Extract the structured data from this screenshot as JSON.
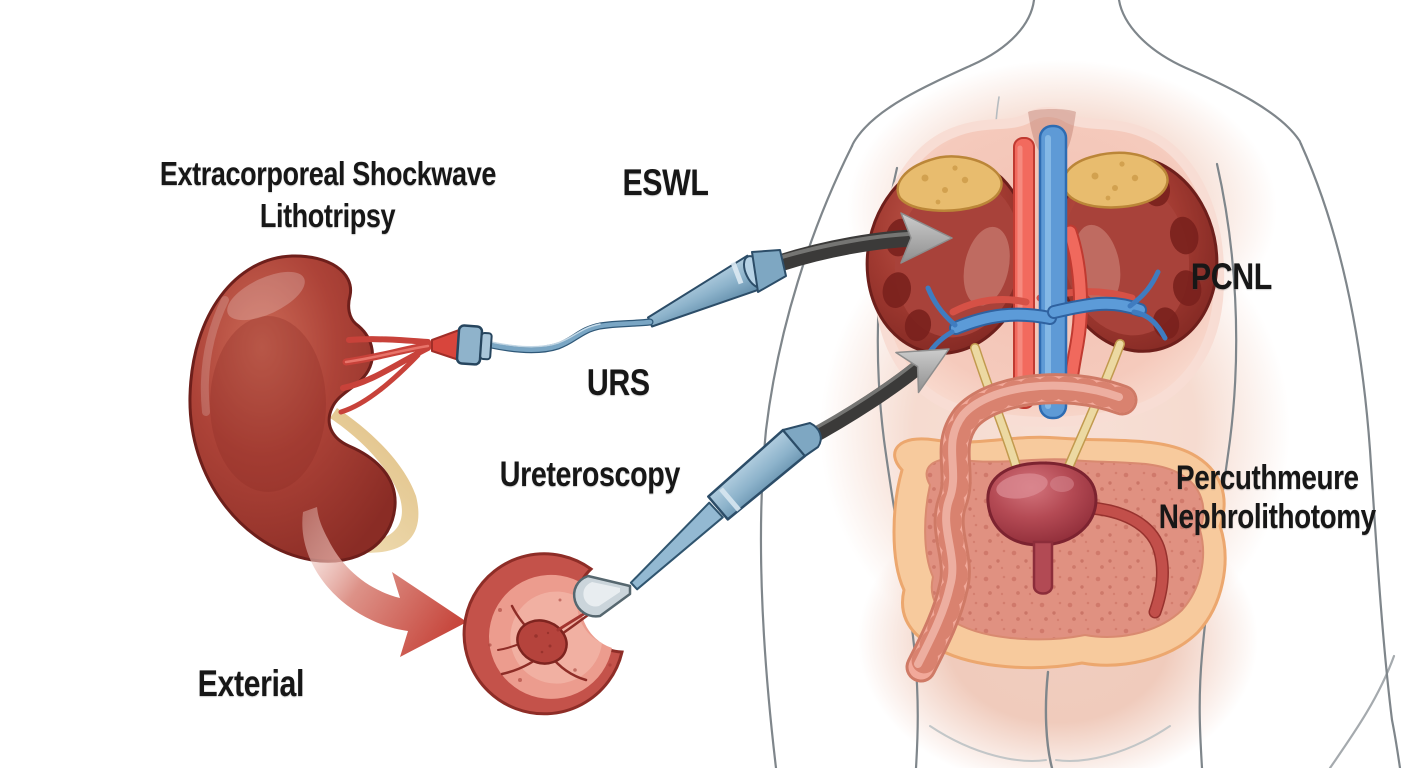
{
  "labels": {
    "eswl_line1": "Extracorporeal Shockwave",
    "eswl_line2": "Lithotripsy",
    "eswl_abbr": "ESWL",
    "urs_abbr": "URS",
    "urs_full": "Ureteroscopy",
    "pcnl_abbr": "PCNL",
    "pcnl_line1": "Percuthmeure",
    "pcnl_line2": "Nephrolithotomy",
    "external_label": "Exterial"
  },
  "colors": {
    "background": "#ffffff",
    "label_text": "#171717",
    "kidney_red": "#a63b33",
    "kidney_dark_edge": "#6e1f1b",
    "ureter_tan": "#ecd9a2",
    "ureter_tan_edge": "#c19a4e",
    "scope_blue": "#8fb3cb",
    "scope_blue_dark": "#2c4d68",
    "tube_black": "#3b3a39",
    "arrow_gray": "#9b9b9b",
    "arrow_red": "#c7473d",
    "skin_pink": "#f6dcd2",
    "body_outline": "#7f868b",
    "aorta_red": "#f26a5e",
    "vena_cava_blue": "#5e9ad6",
    "adrenal_yellow": "#e8bc6e",
    "bladder_red": "#b44a54",
    "abdominal_wall_peach": "#f7ca9d",
    "pelvic_interior": "#e09181",
    "colon_pink": "#f2a99a"
  }
}
